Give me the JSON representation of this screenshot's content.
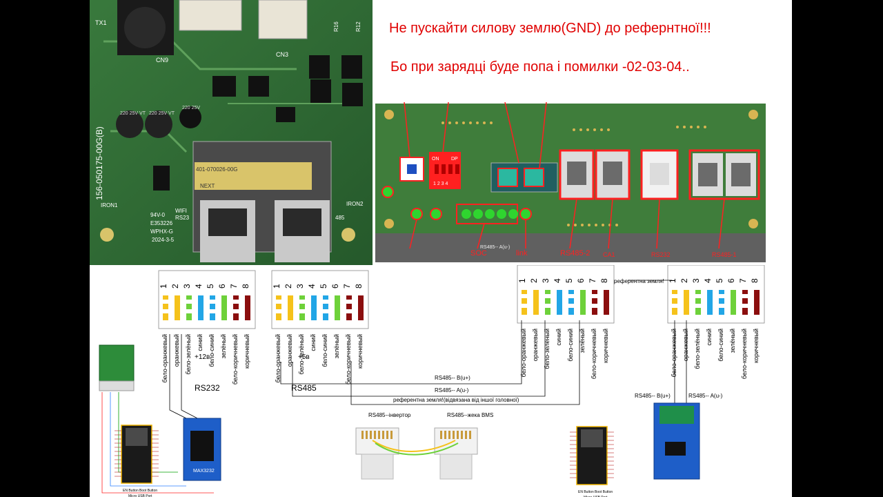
{
  "warnings": {
    "line1": "Не пускайти силову землю(GND) до рефернтної!!!",
    "line2": "Бо при зарядці буде попа і помилки -02-03-04.."
  },
  "photo_pcb": {
    "silk_tx1": "TX1",
    "silk_cn9": "CN9",
    "silk_cn3": "CN3",
    "silk_board_id": "156-050175-00G(B)",
    "silk_iron1": "IRON1",
    "silk_iron2": "IRON2",
    "silk_label": "401-070026-00G",
    "silk_next": "NEXT",
    "silk_date": "2024-3-5",
    "silk_wifi": "WIFI",
    "silk_rs23": "RS23",
    "silk_485": "485",
    "silk_e353": "E353226",
    "silk_wphx": "WPHX-G",
    "silk_94v": "94V-0",
    "silk_r16": "R16",
    "silk_r12": "R12",
    "cap1": "220 25V VT",
    "cap2": "220 25V VT",
    "cap3": "220 25V"
  },
  "render_board": {
    "labels": [
      "SOC",
      "link",
      "RS485-2",
      "CA1",
      "RS232",
      "RS485-1"
    ],
    "dip_on": "ON",
    "dip_dp": "DP",
    "dip_nums": "1 2 3 4",
    "rs485_hint": "RS485-- A(u-)"
  },
  "connectors": {
    "pins": [
      "1",
      "2",
      "3",
      "4",
      "5",
      "6",
      "7",
      "8"
    ],
    "wire_colors": [
      "бело-оранжевый",
      "оранжевый",
      "бело-зелёный",
      "синий",
      "бело-синий",
      "зелёный",
      "бело-коричневый",
      "коричневый"
    ],
    "rs232_label": "RS232",
    "rs485_label": "RS485",
    "v12": "+12в",
    "v5": "+5в",
    "ref_ground_top": "референтна земля!",
    "ref_ground_mid": "референтна земля!(відвязана від іншої головної)",
    "rs485_b": "RS485-- B(u+)",
    "rs485_a": "RS485-- A(u-)",
    "rs485_b_right": "RS485-- B(u+)",
    "rs485_a_right": "RS485-- A(u-)",
    "plug_inverter": "RS485--інвертор",
    "plug_bms": "RS485--жека BMS"
  },
  "modules": {
    "esp_left_en": "EN Button",
    "esp_left_boot": "Boot Button",
    "esp_left_usb": "Micro USB Port",
    "esp_right_en": "EN Button",
    "esp_right_boot": "Boot Button",
    "esp_right_usb": "Micro USB Port",
    "max3232": "MAX3232"
  },
  "colors": {
    "warning_red": "#e00000",
    "pcb_green": "#3d7d3a",
    "highlight_red": "#ff2020",
    "wire_orange": "#f5c21b",
    "wire_green": "#6ed13a",
    "wire_blue": "#22a6e6",
    "wire_brown": "#8b0e0e"
  }
}
